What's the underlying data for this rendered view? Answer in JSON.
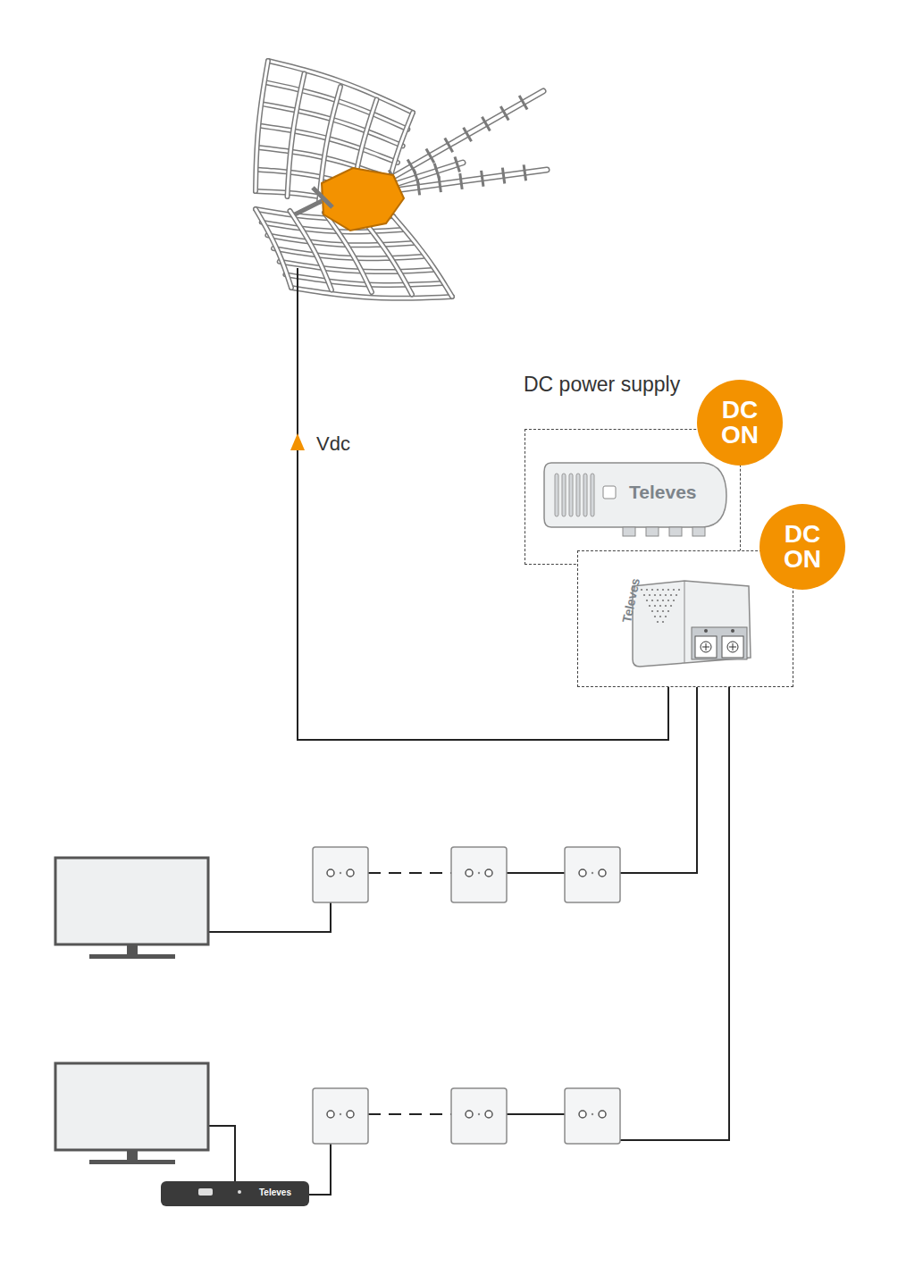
{
  "diagram": {
    "nodes": [
      {
        "text": [
          "DC power supply",
          "Televes"
        ]
      },
      {
        "text": [
          "DC ON"
        ]
      },
      {
        "text": [
          "Televes"
        ]
      },
      {
        "text": [
          "DC ON"
        ]
      }
    ],
    "labels": [
      "Vdc",
      "Televes"
    ]
  }
}
